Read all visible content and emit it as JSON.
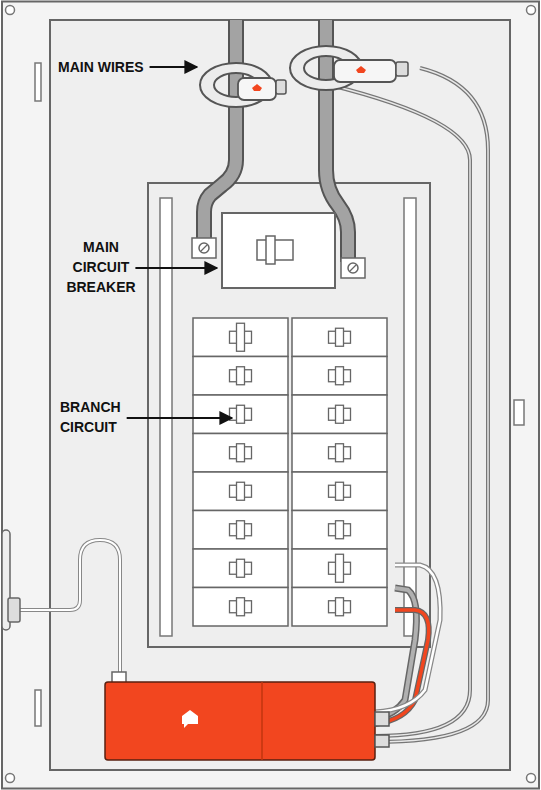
{
  "diagram": {
    "labels": [
      "MAIN WIRES",
      "MAIN CIRCUIT BREAKER",
      "BRANCH CIRCUIT"
    ]
  }
}
